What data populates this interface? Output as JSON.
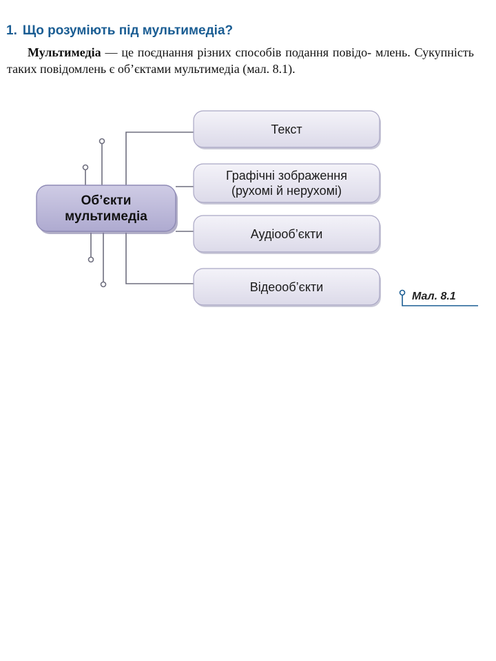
{
  "section": {
    "number": "1.",
    "title": "Що розуміють під мультимедіа?"
  },
  "paragraph": {
    "term": "Мультимедіа",
    "line1_rest": " — це поєднання різних способів подання повідо-",
    "line2": "млень. Сукупність таких повідомлень є об’єктами мультимедіа",
    "line3": "(мал. 8.1)."
  },
  "diagram": {
    "center_line1": "Об’єкти",
    "center_line2": "мультимедіа",
    "items": [
      {
        "line1": "Текст",
        "line2": ""
      },
      {
        "line1": "Графічні зображення",
        "line2": "(рухомі й нерухомі)"
      },
      {
        "line1": "Аудіооб’єкти",
        "line2": ""
      },
      {
        "line1": "Відеооб’єкти",
        "line2": ""
      }
    ],
    "caption": "Мал. 8.1"
  },
  "colors": {
    "heading": "#1a5d93",
    "box_fill": "#e8e6f1",
    "center_fill": "#bdb9d9",
    "line": "#6e6e7e"
  }
}
